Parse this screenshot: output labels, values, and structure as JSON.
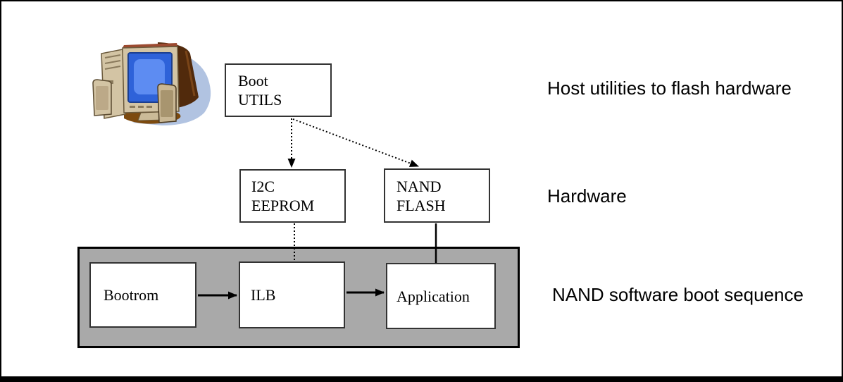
{
  "boxes": {
    "boot_utils": {
      "line1": "Boot",
      "line2": "UTILS"
    },
    "i2c_eeprom": {
      "line1": "I2C",
      "line2": "EEPROM"
    },
    "nand_flash": {
      "line1": "NAND",
      "line2": "FLASH"
    },
    "bootrom": {
      "label": "Bootrom"
    },
    "ilb": {
      "label": "ILB"
    },
    "application": {
      "label": "Application"
    }
  },
  "annotations": {
    "host_utilities": "Host utilities to flash hardware",
    "hardware": "Hardware",
    "nand_boot_sequence": "NAND software boot sequence"
  },
  "icons": {
    "computer": "desktop-computer-clipart"
  },
  "connectors": {
    "bootutils_to_i2c": "dotted-arrow",
    "bootutils_to_nandflash": "dotted-arrow",
    "i2c_to_ilb": "dotted-line",
    "nandflash_to_application": "solid-line",
    "bootrom_to_ilb": "solid-arrow",
    "ilb_to_application": "solid-arrow"
  },
  "colors": {
    "background": "#ffffff",
    "outer_border": "#000000",
    "box_border": "#333333",
    "panel_gray": "#a9a9a9",
    "connector": "#000000",
    "screen_blue": "#2e62d9",
    "clipart_beige": "#d3c4a4",
    "clipart_brown": "#512a0c",
    "clipart_shadow_blue": "#a8bcde"
  }
}
